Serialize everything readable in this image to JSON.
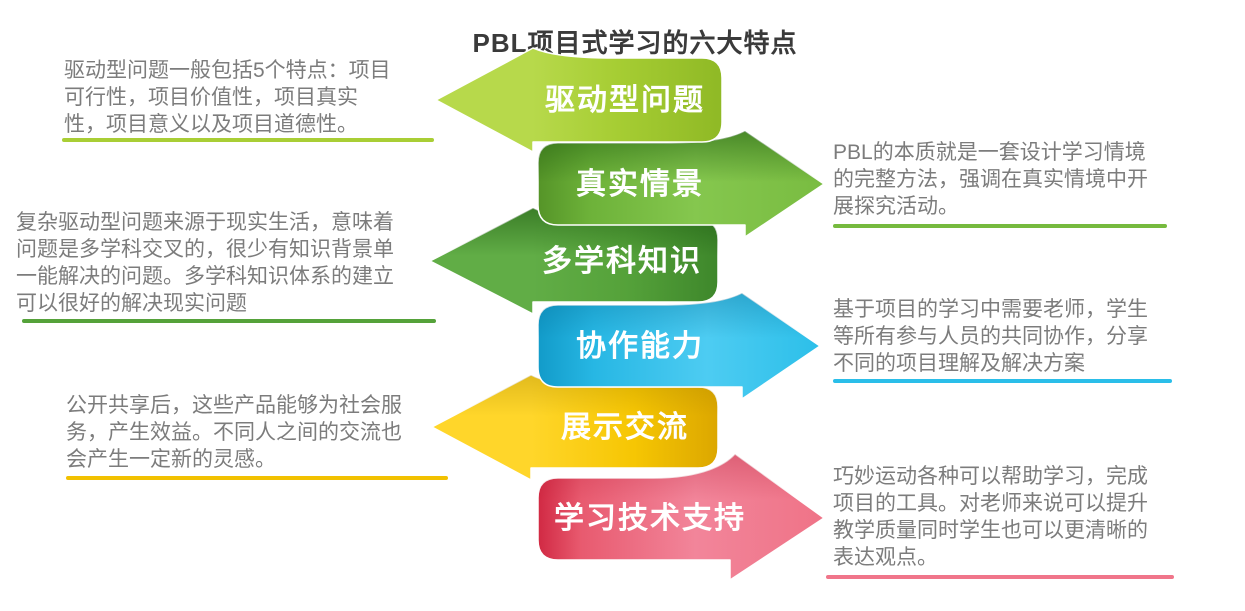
{
  "title": "PBL项目式学习的六大特点",
  "features": [
    {
      "label": "驱动型问题",
      "side": "left",
      "color": "#a6cd33",
      "color_light": "#b7d94b",
      "color_dark": "#8fb925",
      "underline_color": "#a9ce35",
      "description": "驱动型问题一般包括5个特点：项目\n可行性，项目价值性，项目真实\n性，项目意义以及项目道德性。"
    },
    {
      "label": "真实情景",
      "side": "right",
      "color": "#79bc41",
      "color_light": "#85c74e",
      "color_dark": "#559428",
      "underline_color": "#76ba3e",
      "description": "PBL的本质就是一套设计学习情境\n的完整方法，强调在真实情境中开\n展探究活动。"
    },
    {
      "label": "多学科知识",
      "side": "left",
      "color": "#55a23a",
      "color_light": "#61ad46",
      "color_dark": "#3e872b",
      "underline_color": "#55a23a",
      "description": "复杂驱动型问题来源于现实生活，意味着\n问题是多学科交叉的，很少有知识背景单\n一能解决的问题。多学科知识体系的建立\n可以很好的解决现实问题"
    },
    {
      "label": "协作能力",
      "side": "right",
      "color": "#2cbfe9",
      "color_light": "#4dccf2",
      "color_dark": "#129bc9",
      "underline_color": "#2abee9",
      "description": "基于项目的学习中需要老师，学生\n等所有参与人员的共同协作，分享\n不同的项目理解及解决方案"
    },
    {
      "label": "展示交流",
      "side": "left",
      "color": "#f6c603",
      "color_light": "#ffd62a",
      "color_dark": "#dca700",
      "underline_color": "#f2c100",
      "description": "公开共享后，这些产品能够为社会服\n务，产生效益。不同人之间的交流也\n会产生一定新的灵感。"
    },
    {
      "label": "学习技术支持",
      "side": "right",
      "color": "#ef7387",
      "color_light": "#f2859a",
      "color_dark": "#d12943",
      "underline_color": "#f0758a",
      "description": "巧妙运动各种可以帮助学习，完成\n项目的工具。对老师来说可以提升\n教学质量同时学生也可以更清晰的\n表达观点。"
    }
  ]
}
